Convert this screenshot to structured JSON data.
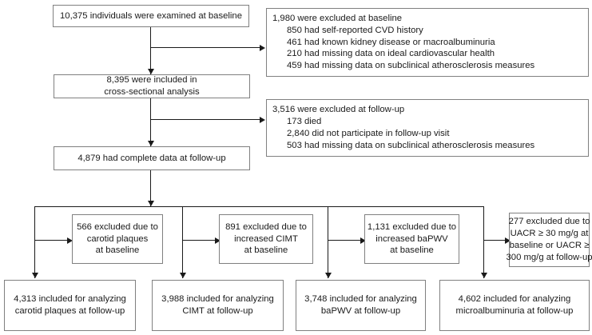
{
  "figure": {
    "type": "flowchart",
    "title": "Study participant flow diagram"
  },
  "nodes": {
    "baseline_examined": {
      "lines": [
        "10,375 individuals were examined at baseline"
      ]
    },
    "excluded_baseline": {
      "lines": [
        "1,980 were excluded at baseline",
        "850 had  self-reported CVD history",
        "461 had known kidney disease or macroalbuminuria",
        "210 had missing data on ideal cardiovascular health",
        "459 had missing data on subclinical atherosclerosis measures"
      ]
    },
    "cross_sectional": {
      "lines": [
        "8,395 were included in",
        "cross-sectional analysis"
      ]
    },
    "excluded_followup": {
      "lines": [
        "3,516 were excluded at follow-up",
        "173 died",
        "2,840 did not participate in follow-up visit",
        "503 had missing data on subclinical atherosclerosis measures"
      ]
    },
    "complete_followup": {
      "lines": [
        "4,879 had complete data at follow-up"
      ]
    },
    "excl_carotid": {
      "lines": [
        "566 excluded due to",
        "carotid plaques",
        "at baseline"
      ]
    },
    "excl_cimt": {
      "lines": [
        "891 excluded due to",
        "increased CIMT",
        "at baseline"
      ]
    },
    "excl_bapwv": {
      "lines": [
        "1,131 excluded due to",
        "increased baPWV",
        "at baseline"
      ]
    },
    "excl_uacr": {
      "lines": [
        "277 excluded due to",
        "UACR ≥ 30 mg/g at",
        "baseline or UACR ≥",
        "300 mg/g at follow-up"
      ]
    },
    "result_carotid": {
      "lines": [
        "4,313 included for analyzing",
        "carotid plaques at follow-up"
      ]
    },
    "result_cimt": {
      "lines": [
        "3,988 included for analyzing",
        "CIMT at follow-up"
      ]
    },
    "result_bapwv": {
      "lines": [
        "3,748 included for analyzing",
        "baPWV at follow-up"
      ]
    },
    "result_microalb": {
      "lines": [
        "4,602 included for analyzing",
        "microalbuminuria at follow-up"
      ]
    }
  }
}
